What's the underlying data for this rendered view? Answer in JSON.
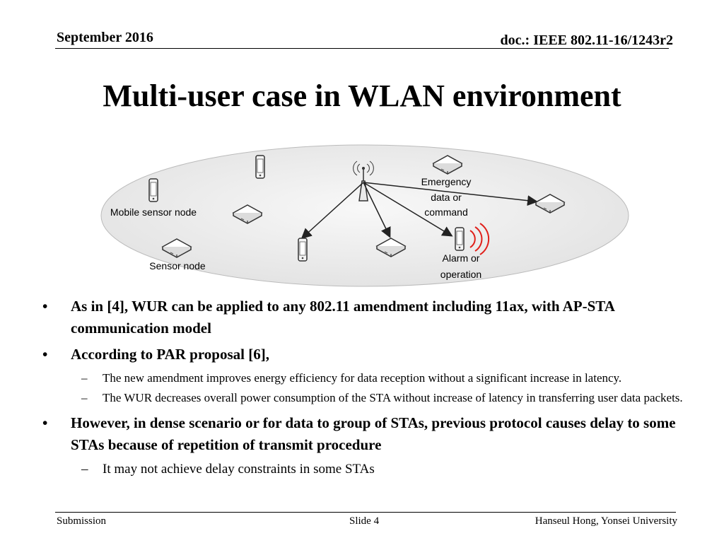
{
  "header": {
    "date": "September 2016",
    "doc_id": "doc.: IEEE 802.11-16/1243r2"
  },
  "title": "Multi-user case in WLAN environment",
  "diagram": {
    "labels": {
      "mobile_sensor_node": "Mobile sensor node",
      "sensor_node": "Sensor node",
      "emergency_line1": "Emergency",
      "emergency_line2": "data or",
      "emergency_line3": "command",
      "alarm_line1": "Alarm or",
      "alarm_line2": "operation"
    },
    "colors": {
      "ellipse_fill": "#ececec",
      "alarm_arcs": "#e0201b"
    }
  },
  "bullets": [
    {
      "text": "As in [4], WUR can be applied to any 802.11 amendment including 11ax, with AP-STA communication model"
    },
    {
      "text": "According to PAR proposal [6],"
    },
    {
      "text": "The new amendment improves energy efficiency for data reception without a significant increase in latency."
    },
    {
      "text": "The WUR decreases overall power consumption of the STA without increase of latency in transferring user data packets."
    },
    {
      "text": "However, in dense scenario or for data to group of STAs, previous protocol causes delay to some STAs because of repetition of transmit procedure"
    },
    {
      "text": "It may not achieve delay constraints in some STAs"
    }
  ],
  "bullet_marks": {
    "level1": "•",
    "level2": "–"
  },
  "footer": {
    "left": "Submission",
    "center": "Slide 4",
    "right": "Hanseul Hong, Yonsei University"
  }
}
